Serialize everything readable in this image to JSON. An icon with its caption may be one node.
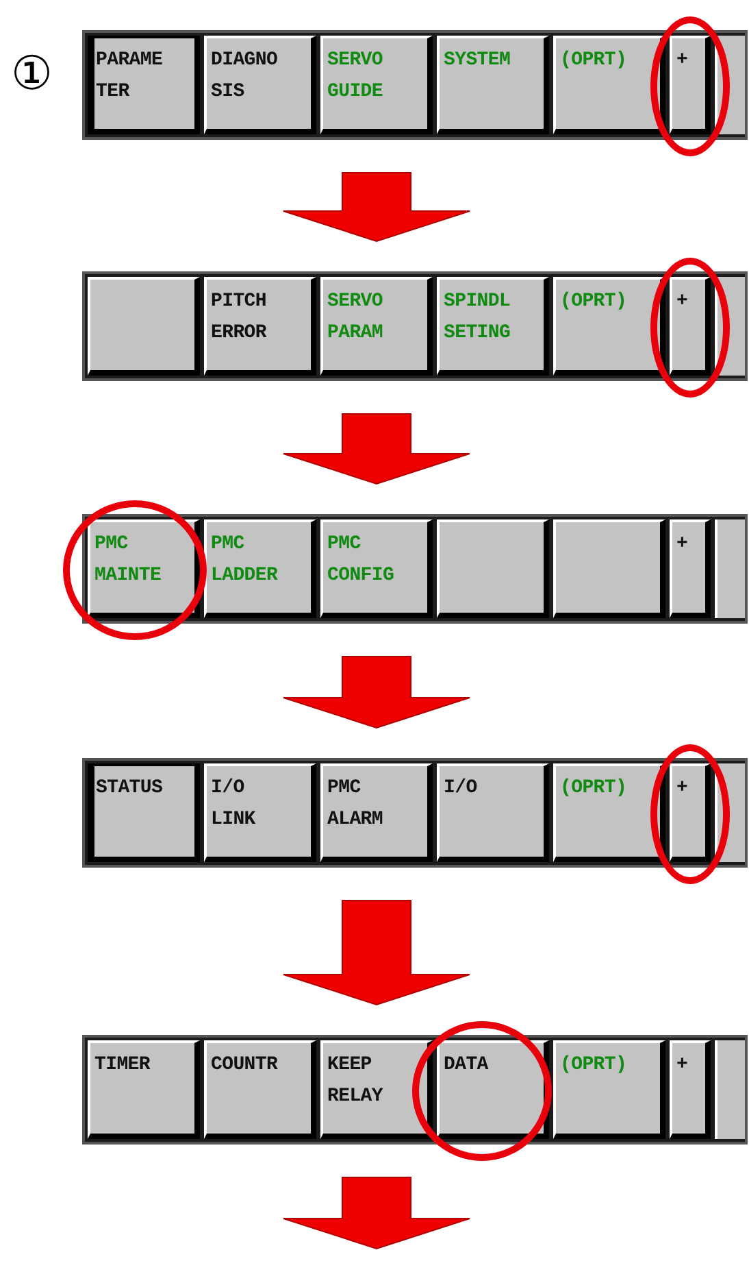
{
  "diagram": {
    "nodes": [
      {
        "text": [],
        "shape": "bar"
      },
      {
        "text": [
          "PARAME TER"
        ],
        "in": 0
      },
      {
        "text": [
          "DIAGNO SIS"
        ],
        "in": 0
      },
      {
        "text": [
          "SERVO GUIDE"
        ],
        "in": 0
      },
      {
        "text": [
          "SYSTEM"
        ],
        "in": 0
      },
      {
        "text": [
          "(OPRT)"
        ],
        "in": 0
      },
      {
        "text": [
          "+"
        ],
        "in": 0
      },
      {
        "text": [],
        "shape": "bar"
      },
      {
        "text": [],
        "shape": "box",
        "in": 7
      },
      {
        "text": [
          "PITCH ERROR"
        ],
        "in": 7
      },
      {
        "text": [
          "SERVO PARAM"
        ],
        "in": 7
      },
      {
        "text": [
          "SPINDL SETING"
        ],
        "in": 7
      },
      {
        "text": [
          "(OPRT)"
        ],
        "in": 7
      },
      {
        "text": [
          "+"
        ],
        "in": 7
      },
      {
        "text": [],
        "shape": "bar"
      },
      {
        "text": [
          "PMC MAINTE"
        ],
        "in": 14
      },
      {
        "text": [
          "PMC LADDER"
        ],
        "in": 14
      },
      {
        "text": [
          "PMC CONFIG"
        ],
        "in": 14
      },
      {
        "text": [],
        "shape": "box",
        "in": 14
      },
      {
        "text": [],
        "shape": "box",
        "in": 14
      },
      {
        "text": [
          "+"
        ],
        "in": 14
      },
      {
        "text": [],
        "shape": "bar"
      },
      {
        "text": [
          "STATUS"
        ],
        "in": 21
      },
      {
        "text": [
          "I/O LINK"
        ],
        "in": 21
      },
      {
        "text": [
          "PMC ALARM"
        ],
        "in": 21
      },
      {
        "text": [
          "I/O"
        ],
        "in": 21
      },
      {
        "text": [
          "(OPRT)"
        ],
        "in": 21
      },
      {
        "text": [
          "+"
        ],
        "in": 21
      },
      {
        "text": [],
        "shape": "bar"
      },
      {
        "text": [
          "TIMER"
        ],
        "in": 28
      },
      {
        "text": [
          "COUNTR"
        ],
        "in": 28
      },
      {
        "text": [
          "KEEP RELAY"
        ],
        "in": 28
      },
      {
        "text": [
          "DATA"
        ],
        "in": 28
      },
      {
        "text": [
          "(OPRT)"
        ],
        "in": 28
      },
      {
        "text": [
          "+"
        ],
        "in": 28
      }
    ],
    "edges": [
      {
        "from": 0,
        "to": 7,
        "arrow": "to"
      },
      {
        "from": 7,
        "to": 14,
        "arrow": "to"
      },
      {
        "from": 14,
        "to": 21,
        "arrow": "to"
      },
      {
        "from": 21,
        "to": 28,
        "arrow": "to"
      },
      {
        "from": 28,
        "to": null,
        "arrow": "to"
      }
    ],
    "labels": [
      "①"
    ]
  }
}
